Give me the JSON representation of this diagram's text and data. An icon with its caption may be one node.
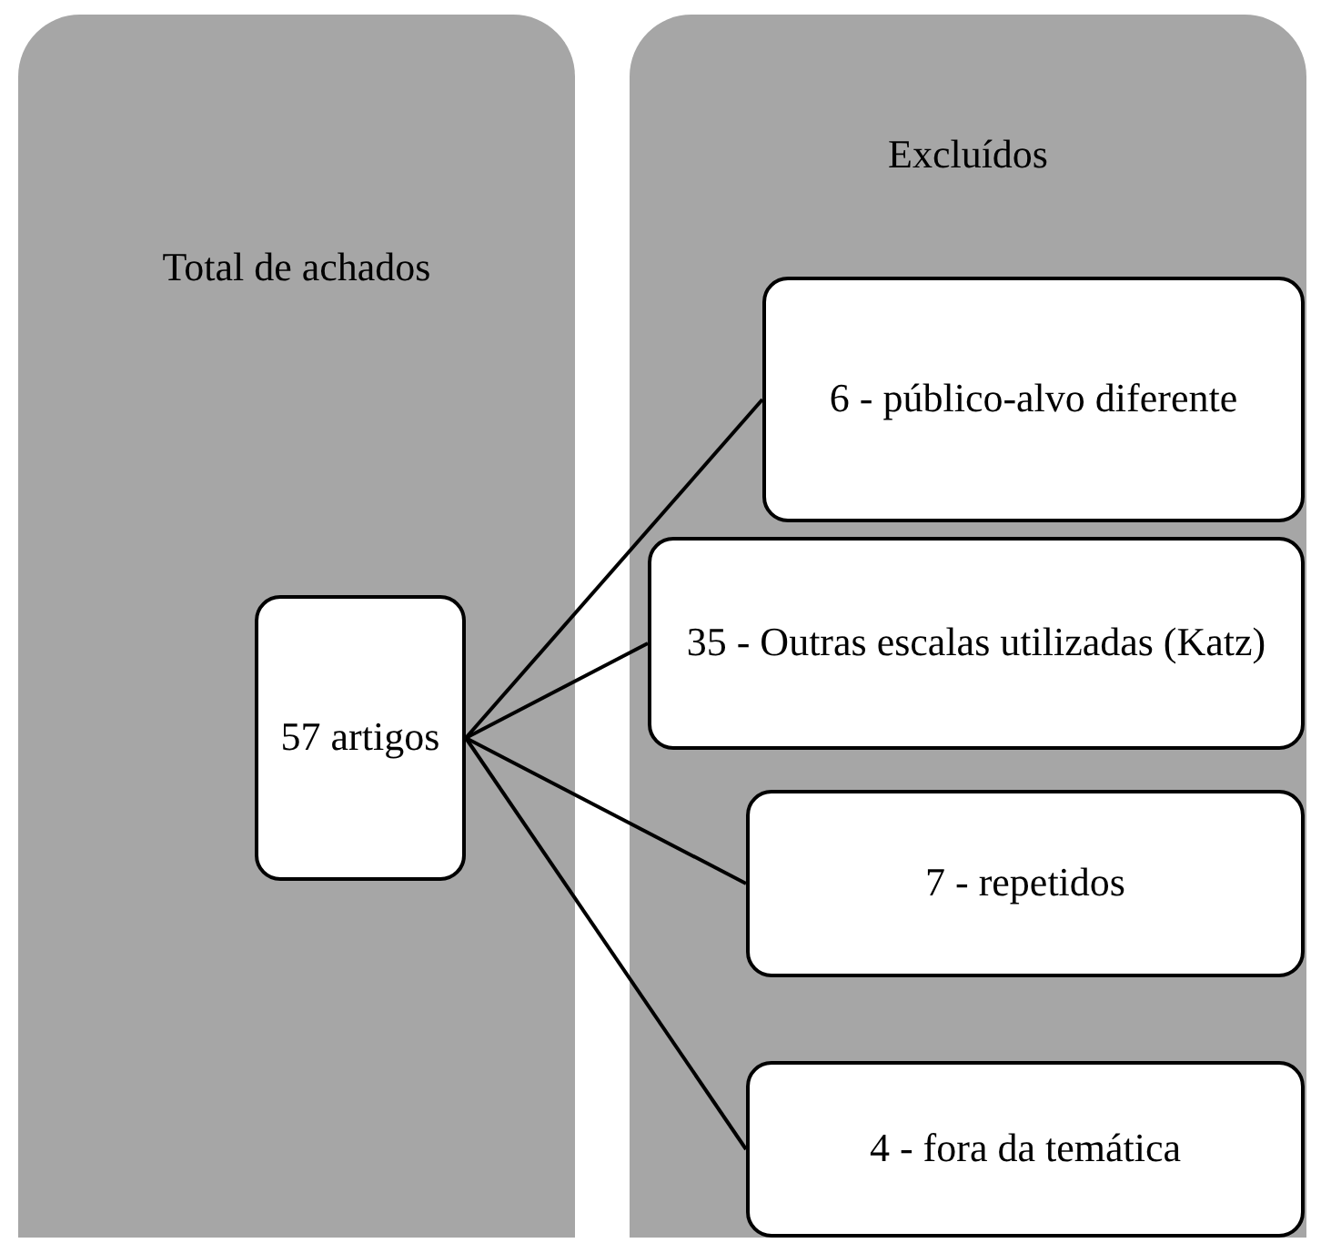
{
  "diagram": {
    "nodes": [
      {
        "text": [
          "Total de achados"
        ]
      },
      {
        "text": [
          "Excluídos"
        ]
      },
      {
        "text": [
          "57 artigos"
        ],
        "in": 0
      },
      {
        "text": [
          "6 - público-alvo diferente"
        ],
        "in": 1
      },
      {
        "text": [
          "35 - Outras escalas utilizadas (Katz)"
        ],
        "in": 1
      },
      {
        "text": [
          "7 - repetidos"
        ],
        "in": 1
      },
      {
        "text": [
          "4 - fora da temática"
        ],
        "in": 1
      }
    ],
    "edges": [
      {
        "from": 2,
        "to": 3,
        "arrow": "none"
      },
      {
        "from": 2,
        "to": 4,
        "arrow": "none"
      },
      {
        "from": 2,
        "to": 5,
        "arrow": "none"
      },
      {
        "from": 2,
        "to": 6,
        "arrow": "none"
      }
    ]
  }
}
